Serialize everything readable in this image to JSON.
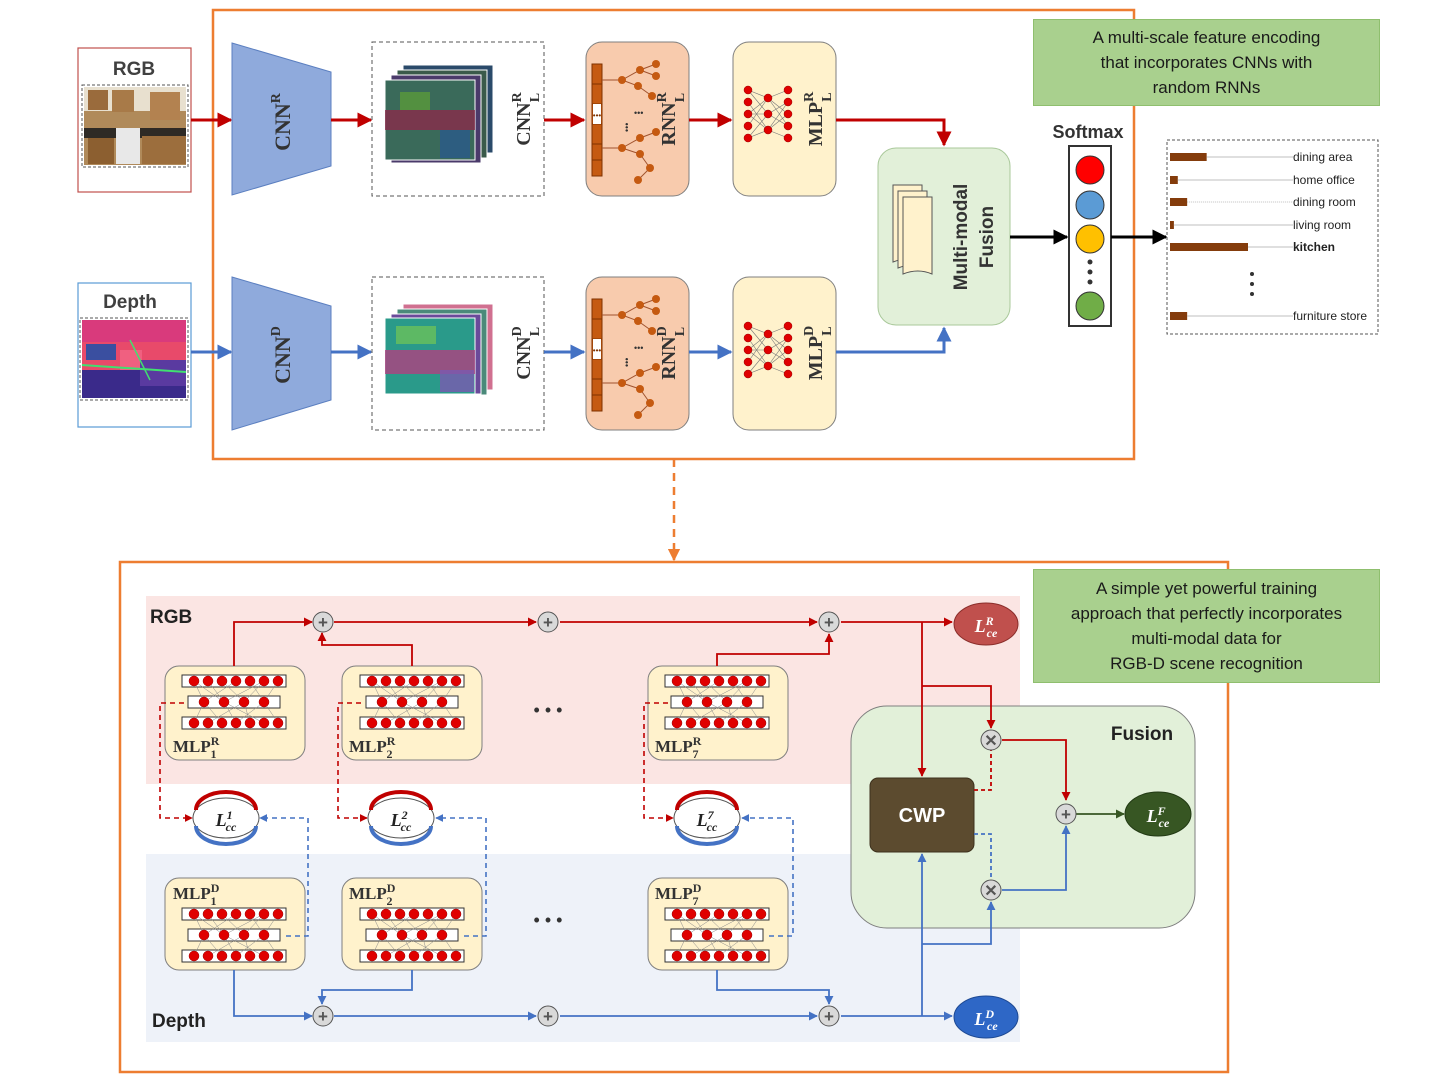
{
  "top": {
    "inputs": {
      "rgb": "RGB",
      "depth": "Depth"
    },
    "cnn": {
      "base": "CNN",
      "sup_r": "R",
      "sup_d": "D",
      "sub_l": "L"
    },
    "rnn": {
      "base": "RNN",
      "sup_r": "R",
      "sup_d": "D",
      "sub_l": "L"
    },
    "mlp": {
      "base": "MLP",
      "sup_r": "R",
      "sup_d": "D",
      "sub_l": "L"
    },
    "fusion_line1": "Multi-modal",
    "fusion_line2": "Fusion",
    "softmax": "Softmax",
    "softmax_colors": [
      "#ff0000",
      "#5b9bd5",
      "#ffc000",
      "#70ad47"
    ],
    "note_lines": [
      "A multi-scale feature encoding",
      "that incorporates CNNs with",
      "random RNNs"
    ],
    "classes": [
      {
        "label": "dining area",
        "score": 0.47
      },
      {
        "label": "home office",
        "score": 0.1
      },
      {
        "label": "dining room",
        "score": 0.22
      },
      {
        "label": "living room",
        "score": 0.05
      },
      {
        "label": "kitchen",
        "score": 1.0,
        "bold": true
      },
      {
        "label": "furniture store",
        "score": 0.22
      }
    ]
  },
  "bottom": {
    "rgb_label": "RGB",
    "depth_label": "Depth",
    "fusion_label": "Fusion",
    "cwp_label": "CWP",
    "mlp_base": "MLP",
    "sup_r": "R",
    "sup_d": "D",
    "mlp_indices": [
      "1",
      "2",
      "7"
    ],
    "lcc_base": "L",
    "lcc_sub": "cc",
    "lce_base": "L",
    "lce_sub": "ce",
    "lce_sup": [
      "R",
      "D",
      "F"
    ],
    "ellipsis": "• • •",
    "note_lines": [
      "A simple yet powerful training",
      "approach that perfectly incorporates",
      "multi-modal data for",
      "RGB-D scene recognition"
    ]
  },
  "colors": {
    "frame": "#ed7d31",
    "rgb_arrow": "#c00000",
    "depth_arrow": "#4472c4",
    "cnn_fill": "#8faadc",
    "rnn_fill": "#f8cbad",
    "mlp_fill": "#fff2cc",
    "fusion_fill": "#e2f0d9",
    "rgb_band": "#fbe5e3",
    "depth_band": "#eef2f9",
    "note_fill": "#a9d08e",
    "cwp_fill": "#5c4b2f",
    "lce_r_fill": "#c0504d",
    "lce_d_fill": "#2e67c6",
    "lce_f_fill": "#375623"
  }
}
